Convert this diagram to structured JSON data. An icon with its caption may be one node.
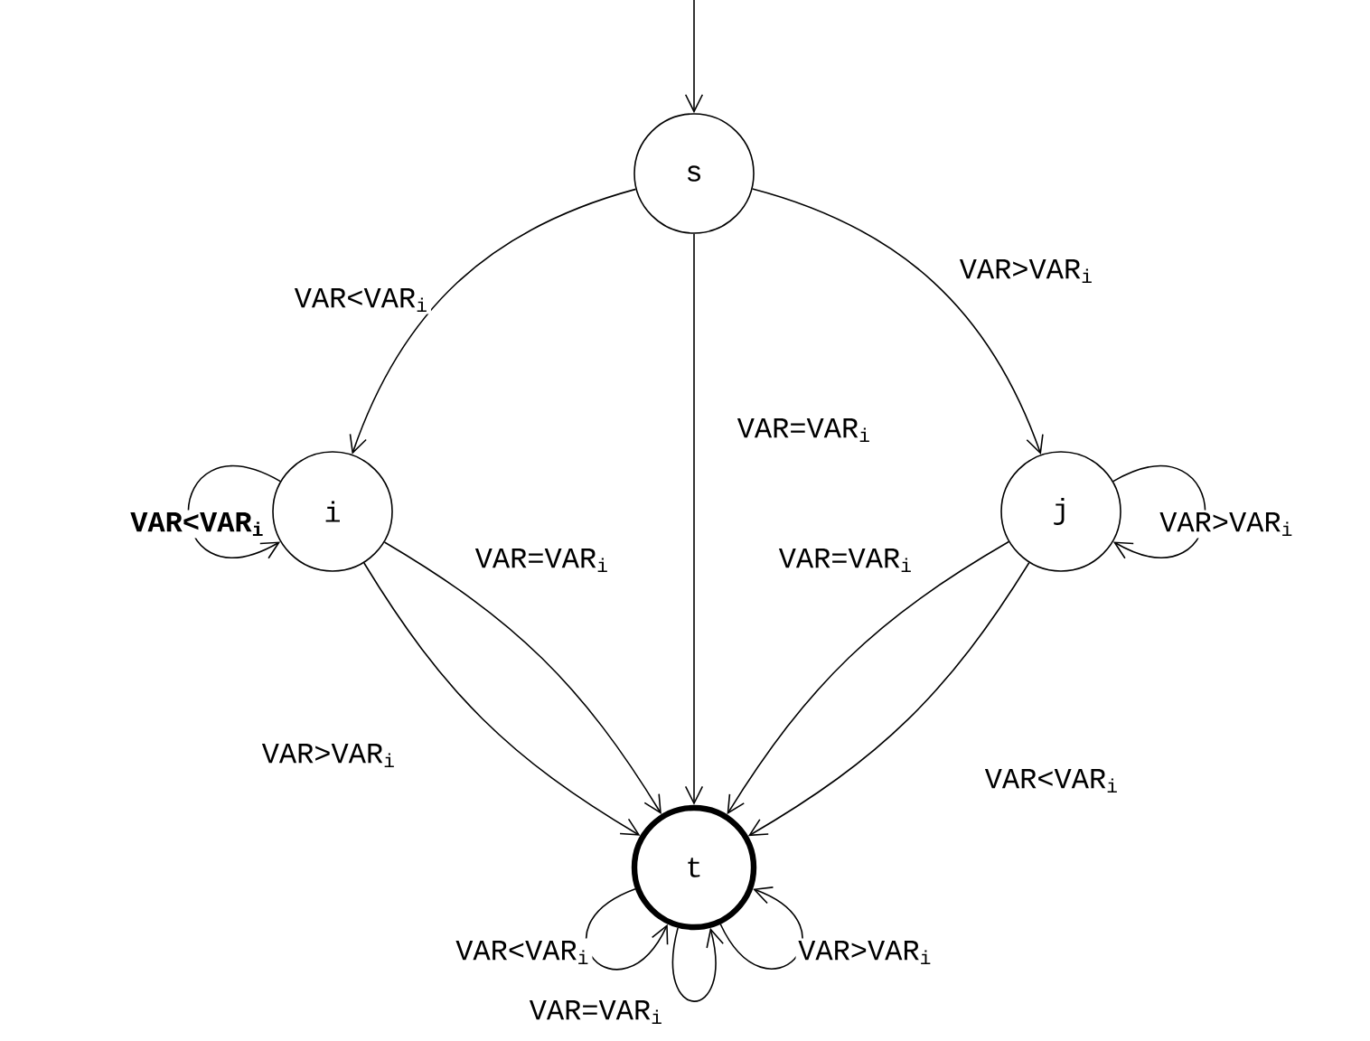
{
  "diagram": {
    "nodes": [
      {
        "text": [
          "s"
        ]
      },
      {
        "text": [
          "i"
        ]
      },
      {
        "text": [
          "j"
        ]
      },
      {
        "text": [
          "t"
        ]
      }
    ],
    "edges": [
      {
        "from": null,
        "to": 0,
        "arrow": "to"
      },
      {
        "from": 0,
        "to": 1,
        "arrow": "to",
        "label": "VAR<VAR$_{i}$"
      },
      {
        "from": 0,
        "to": 3,
        "arrow": "to",
        "label": "VAR=VAR$_{i}$"
      },
      {
        "from": 0,
        "to": 2,
        "arrow": "to",
        "label": "VAR>VAR$_{i}$"
      },
      {
        "from": 1,
        "to": 1,
        "arrow": "to",
        "label": "VAR<VAR$_{i}$"
      },
      {
        "from": 1,
        "to": 3,
        "arrow": "to",
        "label": "VAR=VAR$_{i}$"
      },
      {
        "from": 1,
        "to": 3,
        "arrow": "to",
        "label": "VAR>VAR$_{i}$"
      },
      {
        "from": 2,
        "to": 2,
        "arrow": "to",
        "label": "VAR>VAR$_{i}$"
      },
      {
        "from": 2,
        "to": 3,
        "arrow": "to",
        "label": "VAR=VAR$_{i}$"
      },
      {
        "from": 2,
        "to": 3,
        "arrow": "to",
        "label": "VAR<VAR$_{i}$"
      },
      {
        "from": 3,
        "to": 3,
        "arrow": "to",
        "label": "VAR<VAR$_{i}$"
      },
      {
        "from": 3,
        "to": 3,
        "arrow": "to",
        "label": "VAR=VAR$_{i}$"
      },
      {
        "from": 3,
        "to": 3,
        "arrow": "to",
        "label": "VAR>VAR$_{i}$"
      }
    ]
  }
}
